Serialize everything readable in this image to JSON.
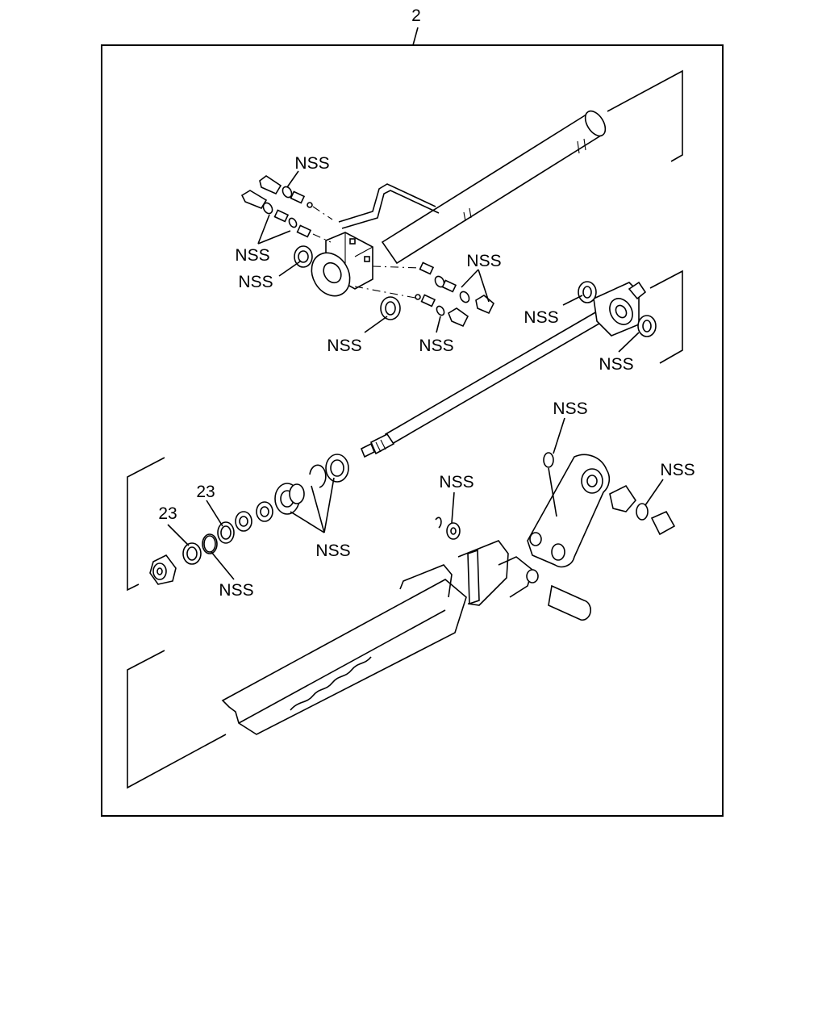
{
  "assembly_number": "2",
  "callouts": {
    "nss_label": "NSS",
    "part_23_label": "23"
  },
  "colors": {
    "ink": "#000000",
    "paper": "#ffffff"
  }
}
